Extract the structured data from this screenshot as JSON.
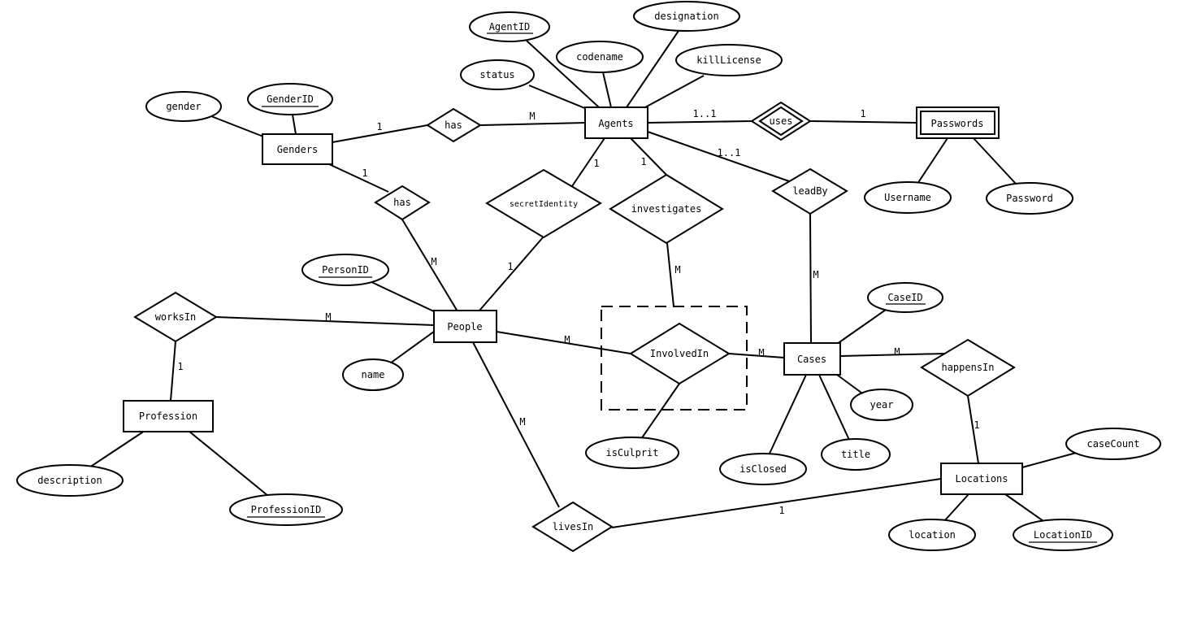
{
  "entities": {
    "agents": "Agents",
    "genders": "Genders",
    "people": "People",
    "profession": "Profession",
    "cases": "Cases",
    "locations": "Locations",
    "passwords": "Passwords"
  },
  "relationships": {
    "has_genders_agents": "has",
    "has_genders_people": "has",
    "uses": "uses",
    "secret_identity": "secretIdentity",
    "investigates": "investigates",
    "lead_by": "leadBy",
    "works_in": "worksIn",
    "involved_in": "InvolvedIn",
    "happens_in": "happensIn",
    "lives_in": "livesIn"
  },
  "attributes": {
    "agent_id": "AgentID",
    "designation": "designation",
    "codename": "codename",
    "kill_license": "killLicense",
    "status": "status",
    "gender": "gender",
    "gender_id": "GenderID",
    "username": "Username",
    "password": "Password",
    "person_id": "PersonID",
    "name": "name",
    "case_id": "CaseID",
    "year": "year",
    "title": "title",
    "is_closed": "isClosed",
    "is_culprit": "isCulprit",
    "case_count": "caseCount",
    "location": "location",
    "location_id": "LocationID",
    "description": "description",
    "profession_id": "ProfessionID"
  },
  "cardinalities": {
    "genders_has_agents_1": "1",
    "genders_has_agents_m": "M",
    "agents_uses": "1..1",
    "uses_passwords": "1",
    "agents_leadby": "1..1",
    "leadby_cases": "M",
    "agents_secretidentity": "1",
    "secretidentity_people": "1",
    "agents_investigates": "1",
    "investigates_involvedin": "M",
    "genders_has_people_1": "1",
    "genders_has_people_m": "M",
    "people_worksin": "M",
    "worksin_profession": "1",
    "people_involvedin": "M",
    "involvedin_cases": "M",
    "cases_happensin": "M",
    "happensin_locations": "1",
    "people_livesin": "M",
    "livesin_locations": "1"
  }
}
